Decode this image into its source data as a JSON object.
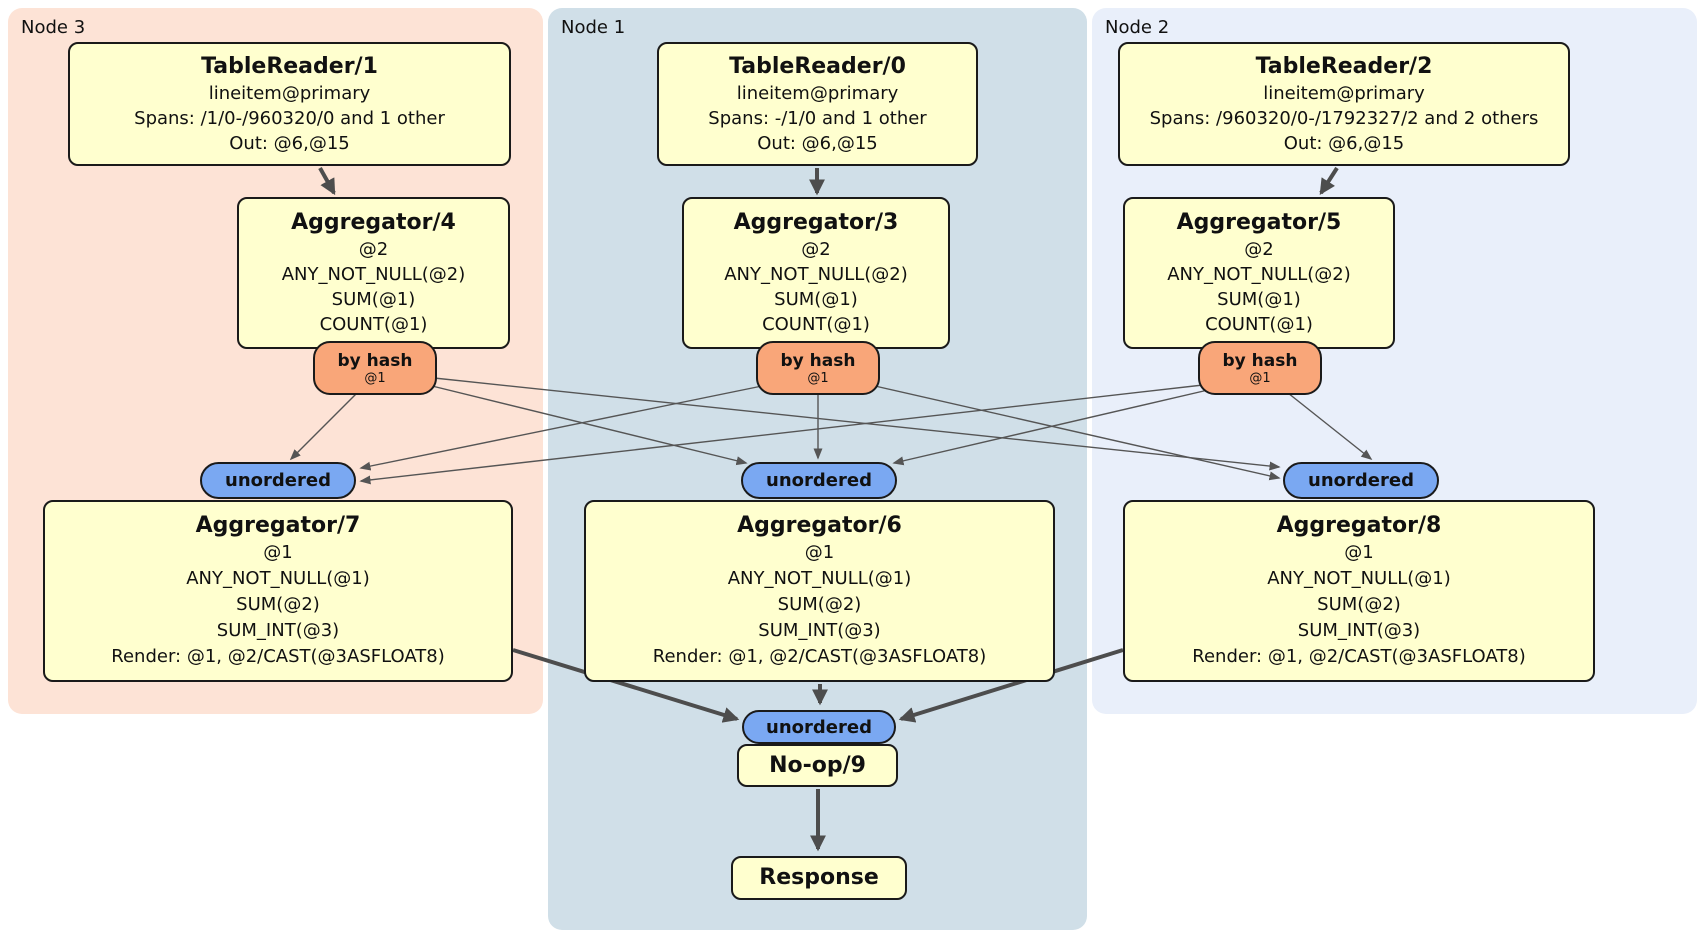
{
  "regions": {
    "node3": {
      "label": "Node 3",
      "color": "#fde3d6"
    },
    "node1": {
      "label": "Node 1",
      "color": "#d0dfe8"
    },
    "node2": {
      "label": "Node 2",
      "color": "#e9effa"
    }
  },
  "processors": {
    "tr1": {
      "title": "TableReader/1",
      "lines": [
        "lineitem@primary",
        "Spans: /1/0-/960320/0 and 1 other",
        "Out: @6,@15"
      ]
    },
    "tr0": {
      "title": "TableReader/0",
      "lines": [
        "lineitem@primary",
        "Spans: -/1/0 and 1 other",
        "Out: @6,@15"
      ]
    },
    "tr2": {
      "title": "TableReader/2",
      "lines": [
        "lineitem@primary",
        "Spans: /960320/0-/1792327/2 and 2 others",
        "Out: @6,@15"
      ]
    },
    "agg4": {
      "title": "Aggregator/4",
      "lines": [
        "@2",
        "ANY_NOT_NULL(@2)",
        "SUM(@1)",
        "COUNT(@1)"
      ]
    },
    "agg3": {
      "title": "Aggregator/3",
      "lines": [
        "@2",
        "ANY_NOT_NULL(@2)",
        "SUM(@1)",
        "COUNT(@1)"
      ]
    },
    "agg5": {
      "title": "Aggregator/5",
      "lines": [
        "@2",
        "ANY_NOT_NULL(@2)",
        "SUM(@1)",
        "COUNT(@1)"
      ]
    },
    "agg7": {
      "title": "Aggregator/7",
      "lines": [
        "@1",
        "ANY_NOT_NULL(@1)",
        "SUM(@2)",
        "SUM_INT(@3)",
        "Render: @1, @2/CAST(@3ASFLOAT8)"
      ]
    },
    "agg6": {
      "title": "Aggregator/6",
      "lines": [
        "@1",
        "ANY_NOT_NULL(@1)",
        "SUM(@2)",
        "SUM_INT(@3)",
        "Render: @1, @2/CAST(@3ASFLOAT8)"
      ]
    },
    "agg8": {
      "title": "Aggregator/8",
      "lines": [
        "@1",
        "ANY_NOT_NULL(@1)",
        "SUM(@2)",
        "SUM_INT(@3)",
        "Render: @1, @2/CAST(@3ASFLOAT8)"
      ]
    },
    "noop": {
      "title": "No-op/9"
    },
    "response": {
      "title": "Response"
    }
  },
  "routers": {
    "hash": {
      "label": "by hash",
      "detail": "@1",
      "color": "#f9a679"
    },
    "unordered": {
      "label": "unordered",
      "color": "#7aa8f2"
    }
  },
  "style": {
    "box_fill": "#ffffcf",
    "edge_color": "#4d4d4d"
  }
}
